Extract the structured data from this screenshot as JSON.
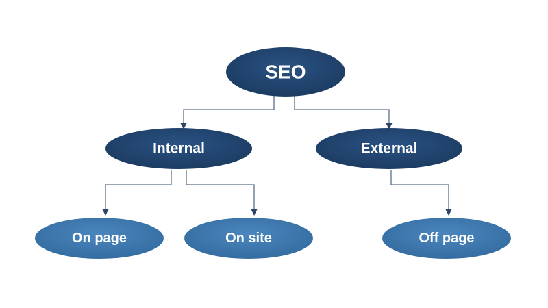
{
  "colors": {
    "root_fill": "#1f3f66",
    "level1_fill": "#1f3f66",
    "leaf_fill": "#3a73a8",
    "connector": "#5b6f87",
    "background": "#ffffff"
  },
  "nodes": {
    "root": {
      "label": "SEO"
    },
    "internal": {
      "label": "Internal"
    },
    "external": {
      "label": "External"
    },
    "on_page": {
      "label": "On page"
    },
    "on_site": {
      "label": "On site"
    },
    "off_page": {
      "label": "Off page"
    }
  }
}
